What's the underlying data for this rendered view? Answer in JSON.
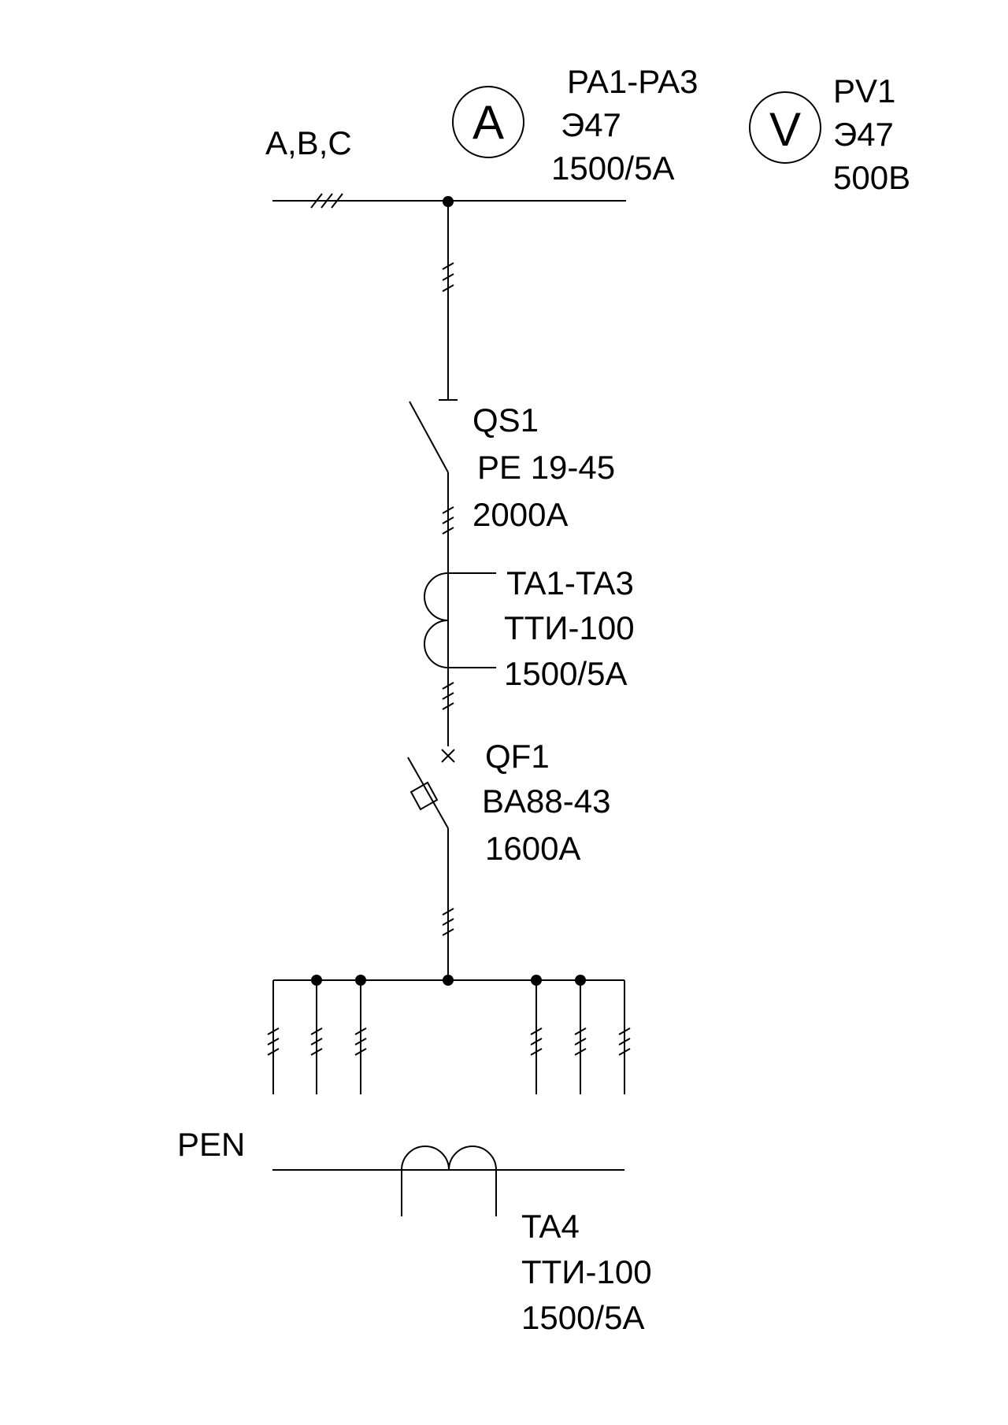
{
  "bus_label": "A,B,C",
  "pen_label_pe": "PE",
  "pen_label_n": "N",
  "ammeter": {
    "symbol": "A",
    "designation": "PA1-PA3",
    "type": "Э47",
    "rating": "1500/5A"
  },
  "voltmeter": {
    "symbol": "V",
    "designation": "PV1",
    "type": "Э47",
    "rating": "500B"
  },
  "switch": {
    "designation": "QS1",
    "type": "PE 19-45",
    "rating": "2000A"
  },
  "current_transformers": {
    "designation": "TA1-TA3",
    "type": "TTИ-100",
    "rating": "1500/5A"
  },
  "breaker": {
    "designation": "QF1",
    "type": "BA88-43",
    "rating": "1600A"
  },
  "pen_current_transformer": {
    "designation": "TA4",
    "type": "TTИ-100",
    "rating": "1500/5A"
  }
}
